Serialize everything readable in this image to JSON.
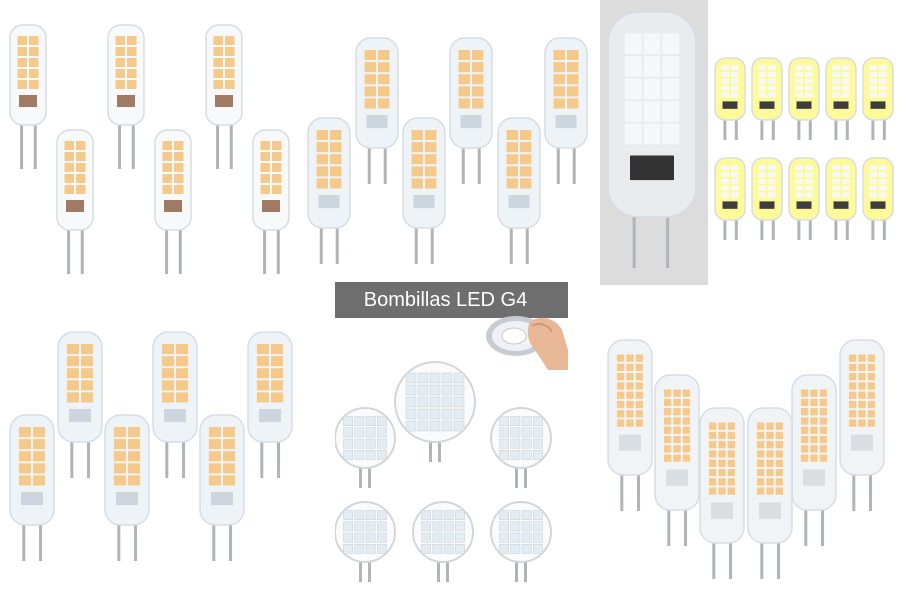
{
  "banner": {
    "title": "Bombillas LED G4"
  },
  "images": [
    {
      "id": "g4-clear-bulbs-warm",
      "description_icon": "bulb-icon"
    },
    {
      "id": "g4-frosted-bulbs-warm",
      "description_icon": "bulb-icon"
    },
    {
      "id": "g4-silicone-bulbs-cool",
      "description_icon": "bulb-icon"
    },
    {
      "id": "g4-frosted-bulbs-warm-2",
      "description_icon": "bulb-icon"
    },
    {
      "id": "g4-disc-bulbs-cool",
      "description_icon": "disc-bulb-icon"
    },
    {
      "id": "g4-tall-bulbs-warm",
      "description_icon": "bulb-icon"
    }
  ],
  "colors": {
    "warm_led": "#f5c98a",
    "cool_led": "#f4f8fb",
    "pin": "#b0b4b8",
    "banner_bg": "#6e6e6e",
    "banner_text": "#ffffff"
  }
}
